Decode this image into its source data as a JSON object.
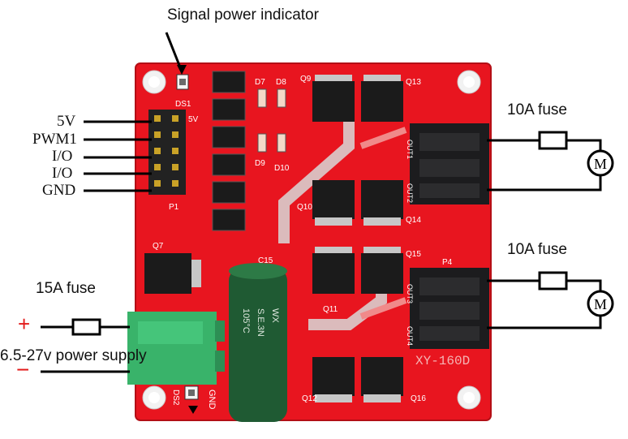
{
  "annotations": {
    "signal_indicator": "Signal power indicator",
    "fuse_top": "10A fuse",
    "fuse_bottom": "10A fuse",
    "fuse_input": "15A fuse",
    "power_supply": "6.5-27v power supply",
    "plus_sign": "+",
    "minus_sign": "−"
  },
  "pins": [
    "5V",
    "PWM1",
    "I/O",
    "I/O",
    "GND"
  ],
  "motor_symbol": "M",
  "board": {
    "model": "XY-160D",
    "labels": {
      "ds1": "DS1",
      "ds2": "DS2",
      "p1": "P1",
      "p4": "P4",
      "gnd": "GND",
      "vcc": "5V",
      "d7": "D7",
      "d8": "D8",
      "d9": "D9",
      "d10": "D10",
      "c15": "C15",
      "out1": "OUT1",
      "out2": "OUT2",
      "out3": "OUT3",
      "out4": "OUT4"
    },
    "transistors": [
      "Q7",
      "Q9",
      "Q10",
      "Q11",
      "Q12",
      "Q13",
      "Q14",
      "Q15",
      "Q16"
    ],
    "capacitor_text": [
      "105°C",
      "S.E.3N",
      "WX"
    ]
  },
  "colors": {
    "pcb": "#e8151f",
    "pcb_dark": "#b30f16",
    "connector": "#1c1c1e",
    "terminal": "#39b36a",
    "capacitor": "#1f5a33",
    "accent_red": "#e31b1b"
  }
}
